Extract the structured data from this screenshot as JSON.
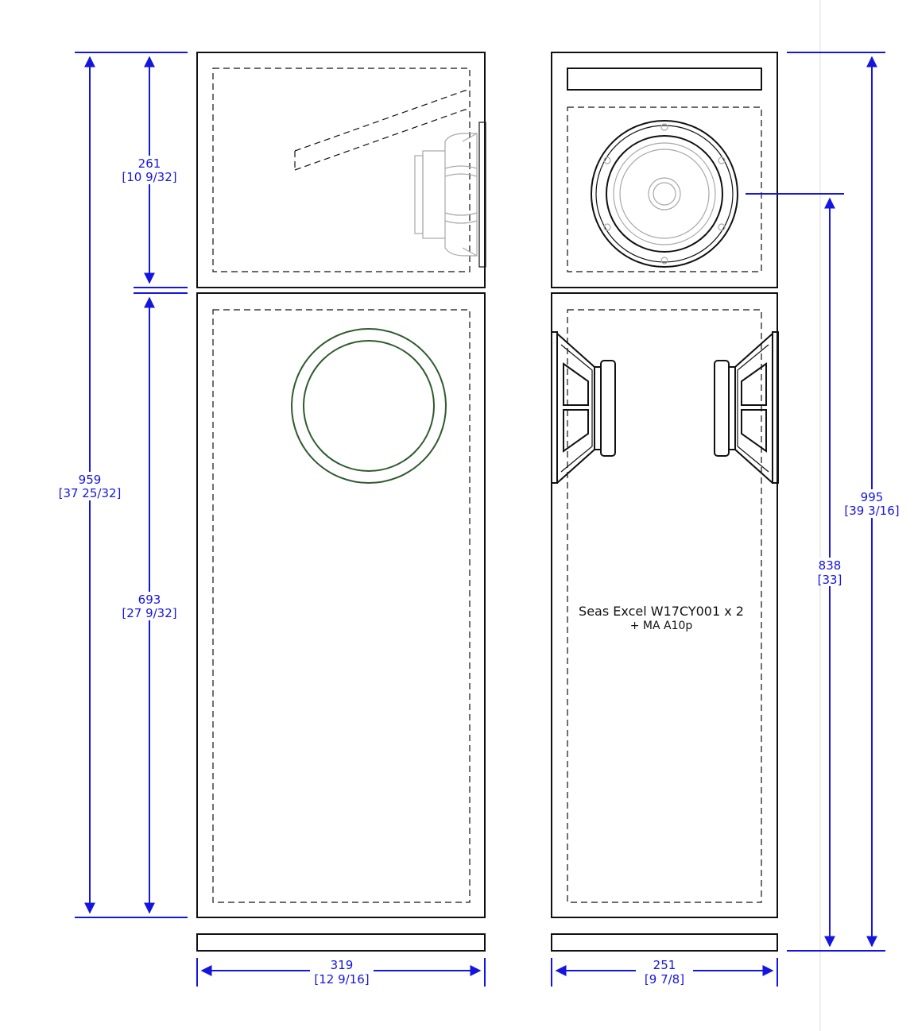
{
  "dimensions": {
    "left_total": {
      "mm": "959",
      "inch": "[37 25/32]"
    },
    "left_top": {
      "mm": "261",
      "inch": "[10 9/32]"
    },
    "left_bottom": {
      "mm": "693",
      "inch": "[27 9/32]"
    },
    "left_width": {
      "mm": "319",
      "inch": "[12 9/16]"
    },
    "right_width": {
      "mm": "251",
      "inch": "[9 7/8]"
    },
    "right_driver_height": {
      "mm": "838",
      "inch": "[33]"
    },
    "right_total": {
      "mm": "995",
      "inch": "[39 3/16]"
    }
  },
  "note": {
    "line1": "Seas Excel W17CY001 x 2",
    "line2": "+ MA A10p"
  },
  "colors": {
    "dimension": "#1515e0",
    "outline": "#111111",
    "port": "#2f5a2f",
    "hidden_driver": "#a8a8a8"
  }
}
